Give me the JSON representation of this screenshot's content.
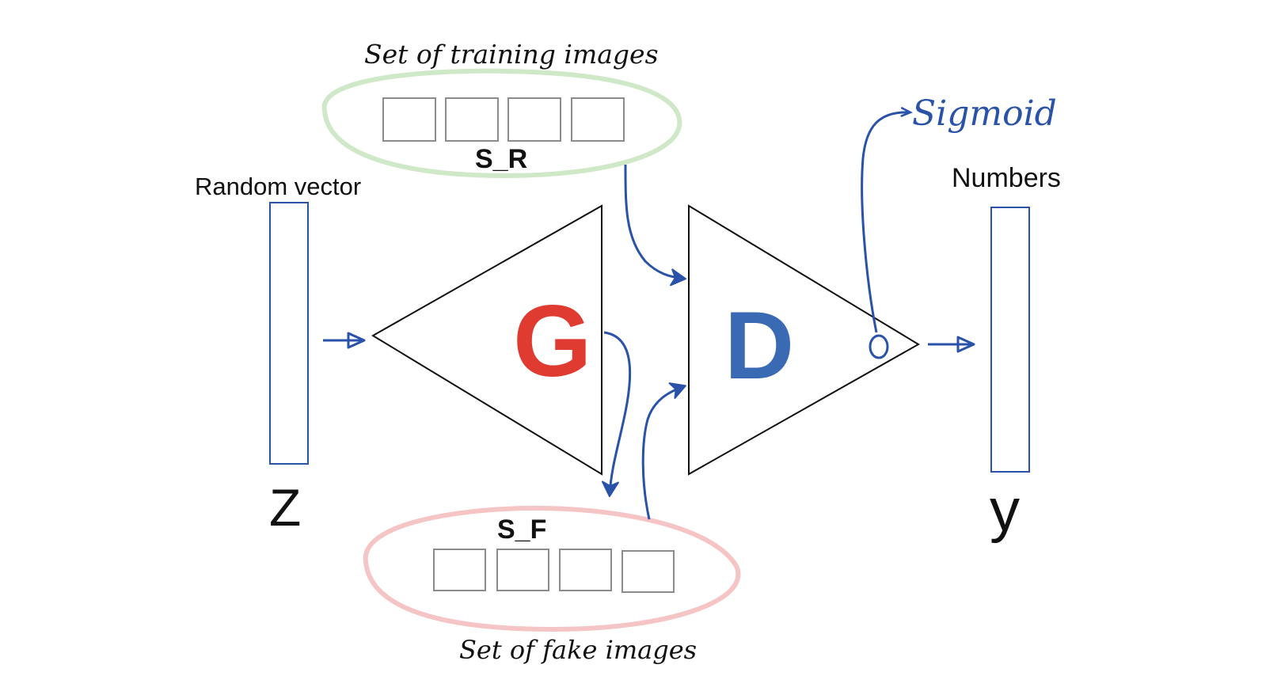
{
  "labels": {
    "real_set_caption": "Set of training images",
    "real_set_name": "S_R",
    "fake_set_caption": "Set of fake images",
    "fake_set_name": "S_F",
    "input_caption": "Random vector",
    "input_symbol": "Z",
    "generator": "G",
    "discriminator": "D",
    "output_caption": "Numbers",
    "output_symbol": "y",
    "activation": "Sigmoid"
  },
  "colors": {
    "generator": "#e03b31",
    "discriminator": "#3a6ab3",
    "arrows": "#2a52a8",
    "real_set_outline": "#cfe8c8",
    "fake_set_outline": "#f5c4c4",
    "image_boxes": "#8c8c8c",
    "triangles": "#111111",
    "vectors": "#2a52a8"
  }
}
